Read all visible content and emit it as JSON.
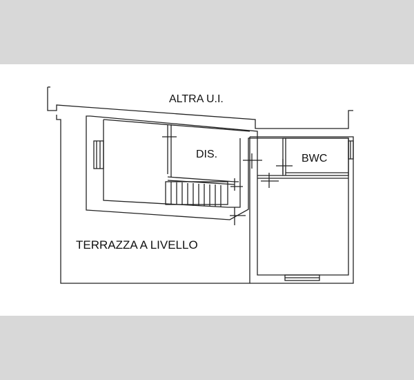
{
  "colors": {
    "band": "#d8d8d8",
    "paper": "#ffffff",
    "line": "#222222"
  },
  "labels": {
    "altra": "ALTRA U.I.",
    "dis": "DIS.",
    "bwc": "BWC",
    "terrazza": "TERRAZZA A LIVELLO"
  }
}
